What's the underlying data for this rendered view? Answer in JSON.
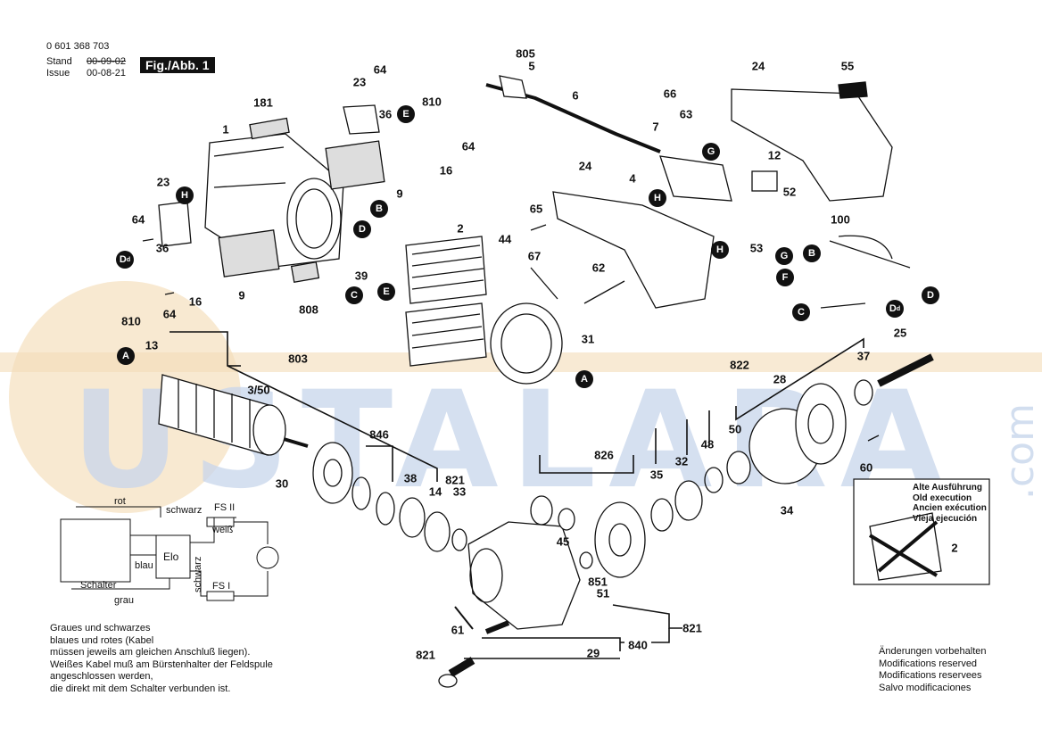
{
  "header": {
    "part_number": "0 601 368 703",
    "stand_label": "Stand",
    "stand_date": "00-09-02",
    "issue_label": "Issue",
    "issue_date": "00-08-21",
    "figure_label": "Fig./Abb. 1"
  },
  "watermark": {
    "main": "USTALARA",
    "suffix": ".com",
    "color": "#c8d6ec",
    "accent_color": "#f3dcb8"
  },
  "part_labels": {
    "p1": "1",
    "p2": "2",
    "p3_50": "3/50",
    "p4": "4",
    "p5": "5",
    "p6": "6",
    "p7": "7",
    "p9a": "9",
    "p9b": "9",
    "p12": "12",
    "p13": "13",
    "p14": "14",
    "p16a": "16",
    "p16b": "16",
    "p181": "181",
    "p23a": "23",
    "p23b": "23",
    "p24a": "24",
    "p24b": "24",
    "p25": "25",
    "p28": "28",
    "p29": "29",
    "p30": "30",
    "p31": "31",
    "p32": "32",
    "p33": "33",
    "p34": "34",
    "p35": "35",
    "p36a": "36",
    "p36b": "36",
    "p37": "37",
    "p38": "38",
    "p39": "39",
    "p44": "44",
    "p45": "45",
    "p48": "48",
    "p50": "50",
    "p51": "51",
    "p52": "52",
    "p53": "53",
    "p55": "55",
    "p60": "60",
    "p61": "61",
    "p62": "62",
    "p63": "63",
    "p64a": "64",
    "p64b": "64",
    "p64c": "64",
    "p64d": "64",
    "p65": "65",
    "p66": "66",
    "p67": "67",
    "p100": "100",
    "p803": "803",
    "p805": "805",
    "p808": "808",
    "p810a": "810",
    "p810b": "810",
    "p821a": "821",
    "p821b": "821",
    "p821c": "821",
    "p822": "822",
    "p826": "826",
    "p840": "840",
    "p846": "846",
    "p851": "851"
  },
  "connectors": {
    "A": "A",
    "B": "B",
    "C": "C",
    "D": "D",
    "Dd": "D",
    "Dd_sub": "d",
    "E": "E",
    "F": "F",
    "G": "G",
    "H": "H"
  },
  "wiring": {
    "rot": "rot",
    "schwarz_top": "schwarz",
    "fs2": "FS II",
    "weiss": "weiß",
    "blau": "blau",
    "elo": "Elo",
    "schwarz_side": "schwarz",
    "schalter": "Schalter",
    "fs1": "FS I",
    "grau": "grau"
  },
  "inset": {
    "text": "Alte Ausführung\nOld execution\nAncien exécution\nVieja ejecución",
    "part": "2"
  },
  "notes": {
    "left": "Graues und schwarzes\nblaues und rotes (Kabel\nmüssen jeweils am gleichen Anschluß liegen).\nWeißes Kabel muß am Bürstenhalter der Feldspule\nangeschlossen werden,\ndie direkt mit dem Schalter verbunden ist.",
    "right": "Änderungen vorbehalten\nModifications reserved\nModifications reservees\nSalvo modificaciones"
  }
}
